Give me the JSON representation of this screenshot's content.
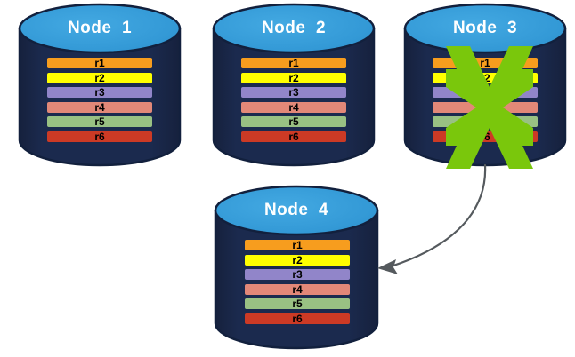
{
  "diagram": {
    "type": "node-replication-failover",
    "background": "#ffffff",
    "palette": {
      "cylinder_body": "#1b2a4e",
      "cylinder_body_dark": "#16213d",
      "cylinder_top": "#3399d6",
      "cylinder_top_highlight": "#41a6e0",
      "cylinder_outline": "#12203d",
      "title_text": "#ffffff",
      "row_label_text": "#000000",
      "row_border": "#1b2a4e",
      "cross_green": "#7ac70c",
      "arrow_gray": "#555a5e"
    },
    "row_colors": {
      "r1": "#f79d1e",
      "r2": "#ffff00",
      "r3": "#9185c9",
      "r4": "#e28878",
      "r5": "#99c183",
      "r6": "#cc3a25"
    },
    "row_labels": [
      "r1",
      "r2",
      "r3",
      "r4",
      "r5",
      "r6"
    ],
    "nodes": [
      {
        "id": "node-1",
        "title": "Node  1",
        "failed": false,
        "rows": [
          {
            "label": "r1",
            "color": "#f79d1e"
          },
          {
            "label": "r2",
            "color": "#ffff00"
          },
          {
            "label": "r3",
            "color": "#9185c9"
          },
          {
            "label": "r4",
            "color": "#e28878"
          },
          {
            "label": "r5",
            "color": "#99c183"
          },
          {
            "label": "r6",
            "color": "#cc3a25"
          }
        ]
      },
      {
        "id": "node-2",
        "title": "Node  2",
        "failed": false,
        "rows": [
          {
            "label": "r1",
            "color": "#f79d1e"
          },
          {
            "label": "r2",
            "color": "#ffff00"
          },
          {
            "label": "r3",
            "color": "#9185c9"
          },
          {
            "label": "r4",
            "color": "#e28878"
          },
          {
            "label": "r5",
            "color": "#99c183"
          },
          {
            "label": "r6",
            "color": "#cc3a25"
          }
        ]
      },
      {
        "id": "node-3",
        "title": "Node  3",
        "failed": true,
        "failure_marker": "green-x-cross",
        "rows": [
          {
            "label": "r1",
            "color": "#f79d1e"
          },
          {
            "label": "r2",
            "color": "#ffff00"
          },
          {
            "label": "r3",
            "color": "#9185c9"
          },
          {
            "label": "r4",
            "color": "#e28878"
          },
          {
            "label": "r5",
            "color": "#99c183"
          },
          {
            "label": "r6",
            "color": "#cc3a25"
          }
        ]
      },
      {
        "id": "node-4",
        "title": "Node  4",
        "failed": false,
        "rows": [
          {
            "label": "r1",
            "color": "#f79d1e"
          },
          {
            "label": "r2",
            "color": "#ffff00"
          },
          {
            "label": "r3",
            "color": "#9185c9"
          },
          {
            "label": "r4",
            "color": "#e28878"
          },
          {
            "label": "r5",
            "color": "#99c183"
          },
          {
            "label": "r6",
            "color": "#cc3a25"
          }
        ]
      }
    ],
    "connector": {
      "id": "node3-to-node4-arrow",
      "from": "node-3",
      "to": "node-4",
      "style": "curved-arrow",
      "color": "#555a5e"
    }
  }
}
